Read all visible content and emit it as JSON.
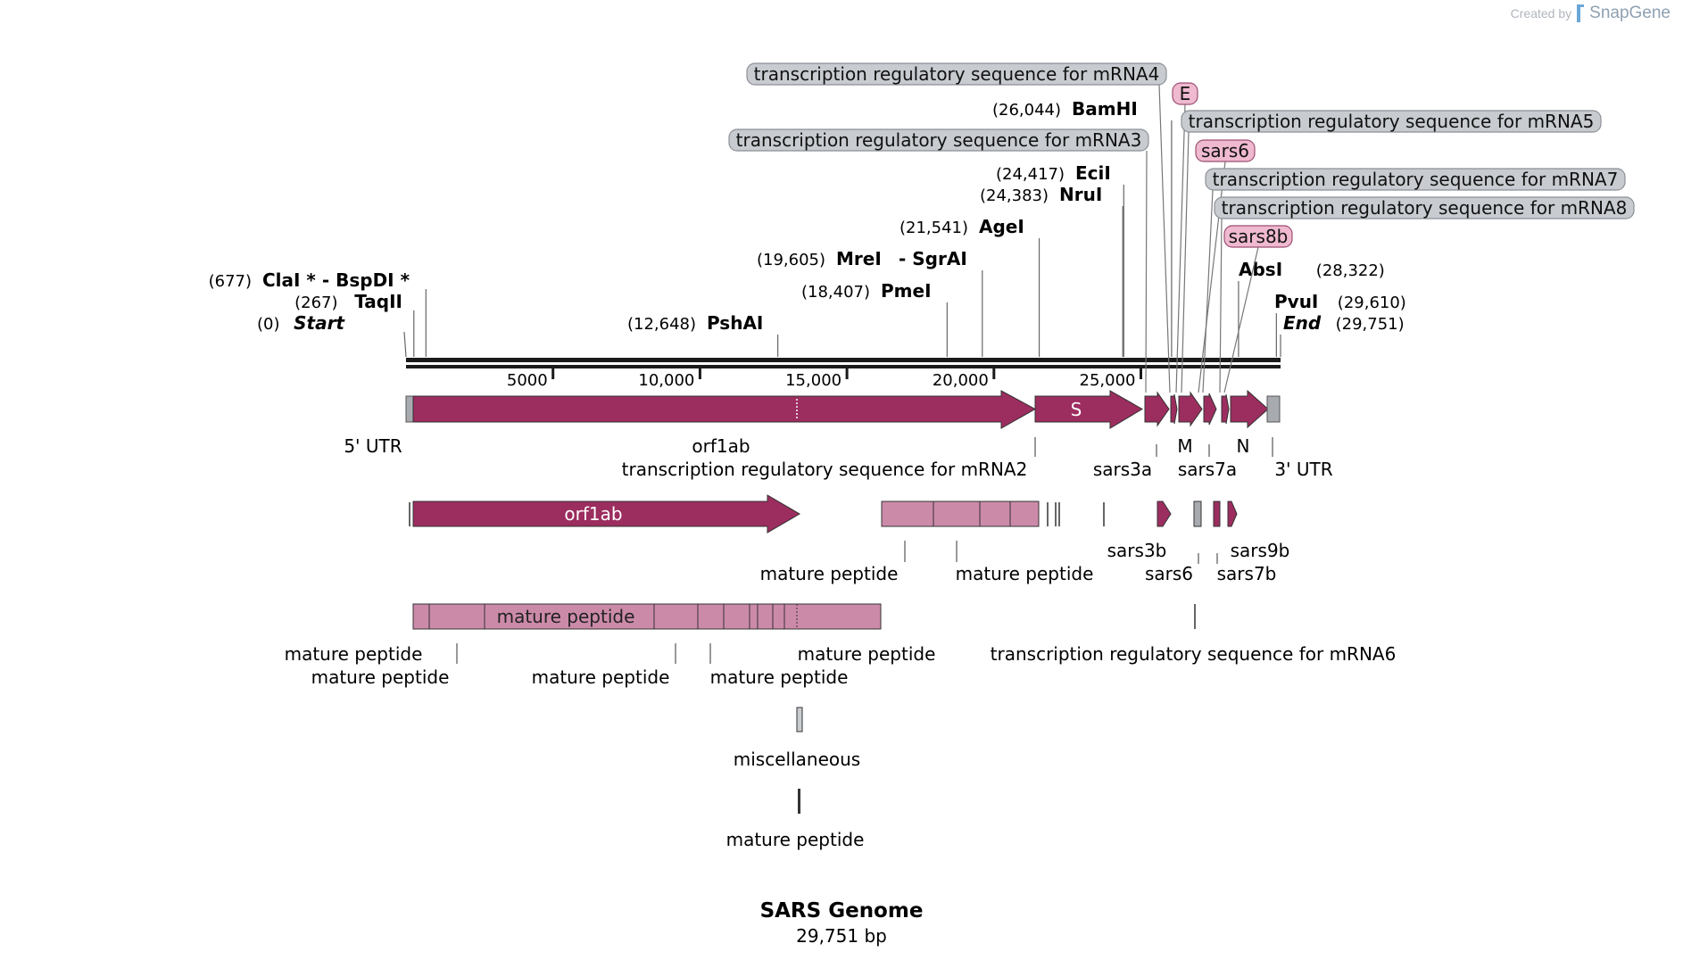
{
  "credit": {
    "prefix": "Created by",
    "brand": "SnapGene",
    "icon": "snapgene-logo-icon"
  },
  "map": {
    "name": "SARS Genome",
    "length_label": "29,751 bp",
    "length": 29751
  },
  "colors": {
    "feature": "#9c2d5f",
    "feature_light": "#cc8aa9",
    "utr": "#a7abb0",
    "reg_fill": "#c8ccd1",
    "pink_fill": "#efb9cf",
    "backbone": "#1a1a1a"
  },
  "ticks": [
    {
      "pos": 5000,
      "label": "5000"
    },
    {
      "pos": 10000,
      "label": "10,000"
    },
    {
      "pos": 15000,
      "label": "15,000"
    },
    {
      "pos": 20000,
      "label": "20,000"
    },
    {
      "pos": 25000,
      "label": "25,000"
    }
  ],
  "sites": [
    {
      "name": "Start",
      "pos_label": "(0)",
      "pos": 0,
      "italic": true
    },
    {
      "name": "TaqII",
      "pos_label": "(267)",
      "pos": 267
    },
    {
      "name": "ClaI * - BspDI *",
      "pos_label": "(677)",
      "pos": 677
    },
    {
      "name": "PshAI",
      "pos_label": "(12,648)",
      "pos": 12648
    },
    {
      "name": "PmeI",
      "pos_label": "(18,407)",
      "pos": 18407
    },
    {
      "name": "MreI",
      "name2": "- SgrAI",
      "pos_label": "(19,605)",
      "pos": 19605
    },
    {
      "name": "AgeI",
      "pos_label": "(21,541)",
      "pos": 21541
    },
    {
      "name": "NruI",
      "pos_label": "(24,383)",
      "pos": 24383
    },
    {
      "name": "EciI",
      "pos_label": "(24,417)",
      "pos": 24417
    },
    {
      "name": "BamHI",
      "pos_label": "(26,044)",
      "pos": 26044
    },
    {
      "name": "AbsI",
      "pos_label": "(28,322)",
      "pos": 28322
    },
    {
      "name": "PvuI",
      "pos_label": "(29,610)",
      "pos": 29610
    },
    {
      "name": "End",
      "pos_label": "(29,751)",
      "pos": 29751,
      "italic": true
    }
  ],
  "callouts": [
    {
      "label": "transcription regulatory sequence for mRNA4",
      "style": "reg",
      "pos": 26120
    },
    {
      "label": "E",
      "style": "pink",
      "pos": 26250
    },
    {
      "label": "transcription regulatory sequence for mRNA5",
      "style": "reg",
      "pos": 26350
    },
    {
      "label": "transcription regulatory sequence for mRNA3",
      "style": "reg",
      "pos": 25260
    },
    {
      "label": "sars6",
      "style": "pink",
      "pos": 27100
    },
    {
      "label": "transcription regulatory sequence for mRNA7",
      "style": "reg",
      "pos": 27270
    },
    {
      "label": "transcription regulatory sequence for mRNA8",
      "style": "reg",
      "pos": 27750
    },
    {
      "label": "sars8b",
      "style": "pink",
      "pos": 27900
    }
  ],
  "features": {
    "track1": [
      {
        "name": "5' UTR",
        "start": 0,
        "end": 264,
        "type": "utr",
        "label": "5' UTR"
      },
      {
        "name": "orf1ab",
        "start": 265,
        "end": 21485,
        "type": "arrow",
        "label": "orf1ab",
        "inner": ""
      },
      {
        "name": "S",
        "start": 21492,
        "end": 25259,
        "type": "arrow",
        "label": "",
        "inner": "S"
      },
      {
        "name": "sars3a",
        "start": 25268,
        "end": 26092,
        "type": "arrow",
        "label": "sars3a"
      },
      {
        "name": "E",
        "start": 26117,
        "end": 26347,
        "type": "arrow",
        "label": ""
      },
      {
        "name": "M",
        "start": 26398,
        "end": 27063,
        "type": "arrow",
        "label": "M"
      },
      {
        "name": "sars7a",
        "start": 27273,
        "end": 27641,
        "type": "arrow",
        "label": "sars7a"
      },
      {
        "name": "sars8",
        "start": 27779,
        "end": 27898,
        "type": "arrow",
        "label": ""
      },
      {
        "name": "N",
        "start": 28120,
        "end": 29388,
        "type": "arrow",
        "label": "N"
      },
      {
        "name": "3' UTR",
        "start": 29384,
        "end": 29751,
        "type": "utr",
        "label": "3' UTR"
      }
    ],
    "track1_labels": [
      {
        "text": "5' UTR"
      },
      {
        "text": "orf1ab"
      },
      {
        "text": "transcription regulatory sequence for mRNA2"
      },
      {
        "text": "sars3a"
      },
      {
        "text": "M"
      },
      {
        "text": "sars7a"
      },
      {
        "text": "N"
      },
      {
        "text": "3' UTR"
      }
    ],
    "track2_labels": [
      {
        "text": "orf1ab"
      },
      {
        "text": "mature peptide"
      },
      {
        "text": "mature peptide"
      },
      {
        "text": "sars3b"
      },
      {
        "text": "sars6"
      },
      {
        "text": "sars9b"
      },
      {
        "text": "sars7b"
      }
    ],
    "track3_labels": [
      {
        "text": "mature peptide"
      },
      {
        "text": "mature peptide"
      },
      {
        "text": "mature peptide"
      },
      {
        "text": "mature peptide"
      },
      {
        "text": "mature peptide"
      },
      {
        "text": "mature peptide"
      },
      {
        "text": "transcription regulatory sequence for mRNA6"
      }
    ],
    "track4_labels": [
      {
        "text": "miscellaneous"
      },
      {
        "text": "mature peptide"
      }
    ]
  }
}
